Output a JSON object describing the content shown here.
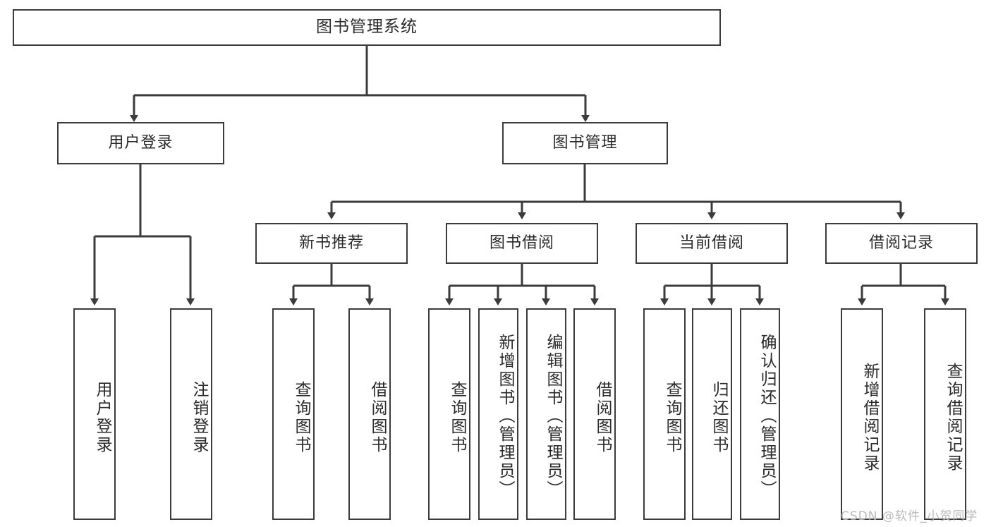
{
  "diagram": {
    "title": "图书管理系统",
    "type": "tree-structure-diagram",
    "watermark": "CSDN @软件_小贺同学",
    "colors": {
      "line": "#3b3b3b",
      "box_fill": "#ffffff",
      "text": "#2a2a2a",
      "watermark": "#b9b9b9",
      "background": "#ffffff"
    },
    "nodes": {
      "root": {
        "label": "图书管理系统"
      },
      "level1": [
        {
          "label": "用户登录"
        },
        {
          "label": "图书管理"
        }
      ],
      "level2": [
        {
          "label": "新书推荐"
        },
        {
          "label": "图书借阅"
        },
        {
          "label": "当前借阅"
        },
        {
          "label": "借阅记录"
        }
      ],
      "leaves": {
        "user_login": [
          {
            "label": "用户登录"
          },
          {
            "label": "注销登录"
          }
        ],
        "new_book_recommend": [
          {
            "label": "查询图书"
          },
          {
            "label": "借阅图书"
          }
        ],
        "book_borrow": [
          {
            "label": "查询图书"
          },
          {
            "label": "新增图书（管理员）"
          },
          {
            "label": "编辑图书（管理员）"
          },
          {
            "label": "借阅图书"
          }
        ],
        "current_borrow": [
          {
            "label": "查询图书"
          },
          {
            "label": "归还图书"
          },
          {
            "label": "确认归还（管理员）"
          }
        ],
        "borrow_record": [
          {
            "label": "新增借阅记录"
          },
          {
            "label": "查询借阅记录"
          }
        ]
      }
    }
  }
}
